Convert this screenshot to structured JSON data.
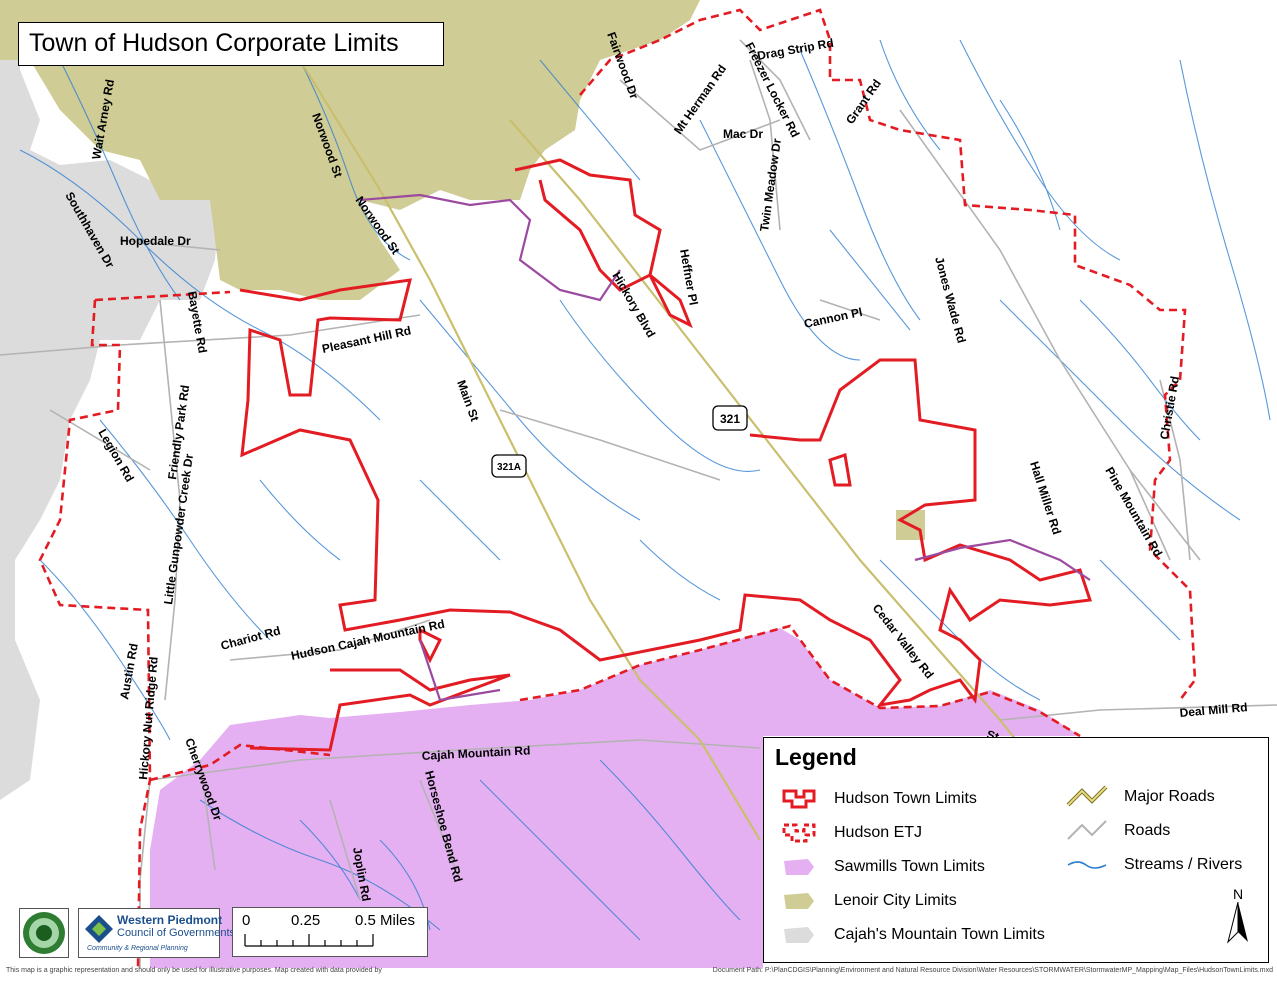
{
  "title": "Town of Hudson Corporate Limits",
  "colors": {
    "town_limits": "#e31b23",
    "etj": "#e31b23",
    "sawmills": "#e5b0f2",
    "lenoir": "#cfcc96",
    "cajahs": "#dcdcdc",
    "major_roads": "#c9bf6e",
    "roads": "#b3b3b3",
    "streams": "#2f7fd0"
  },
  "road_labels": [
    "Drag Strip Rd",
    "Fairwood Dr",
    "Freezer Locker Rd",
    "Mt Herman Rd",
    "Mac Dr",
    "Grant Rd",
    "Twin Meadow Dr",
    "Wait Arney Rd",
    "Norwood St",
    "Norwood St",
    "Southhaven Dr",
    "Hopedale Dr",
    "Heffner Pl",
    "Hickory Blvd",
    "Cannon Pl",
    "Jones Wade Rd",
    "Bayette Rd",
    "Pleasant Hill Rd",
    "Friendly Park Rd",
    "Legion Rd",
    "Little Gunpowder Creek Dr",
    "Main St",
    "Christie Rd",
    "Hall Miller Rd",
    "Pine Mountain Rd",
    "Austin Rd",
    "Chariot Rd",
    "Hudson Cajah Mountain Rd",
    "Cedar Valley Rd",
    "Deal Mill Rd",
    "Cajah Mountain Rd",
    "Cherrywood Dr",
    "Hickory Nut Ridge Rd",
    "Joplin Rd",
    "Horseshoe Bend Rd",
    "St"
  ],
  "shields": [
    "321",
    "321A"
  ],
  "legend": {
    "title": "Legend",
    "items": [
      {
        "label": "Hudson Town Limits",
        "icon": "town-limits-swatch"
      },
      {
        "label": "Hudson ETJ",
        "icon": "etj-swatch"
      },
      {
        "label": "Sawmills Town Limits",
        "icon": "sawmills-swatch"
      },
      {
        "label": "Lenoir City Limits",
        "icon": "lenoir-swatch"
      },
      {
        "label": "Cajah's Mountain Town Limits",
        "icon": "cajahs-swatch"
      },
      {
        "label": "Major Roads",
        "icon": "major-road-line"
      },
      {
        "label": "Roads",
        "icon": "road-line"
      },
      {
        "label": "Streams / Rivers",
        "icon": "stream-line"
      }
    ]
  },
  "north_label": "N",
  "logo": {
    "name_line1": "Western Piedmont",
    "name_line2": "Council of Governments",
    "tagline": "Community & Regional Planning"
  },
  "scale_bar": {
    "labels": [
      "0",
      "0.25",
      "0.5 Miles"
    ]
  },
  "footer": {
    "left": "This map is a graphic representation and should only be used for illustrative purposes. Map created with data provided by",
    "right": "Document Path: P:\\PlanCDGIS\\Planning\\Environment and Natural Resource Division\\Water Resources\\STORMWATER\\StormwaterMP_Mapping\\Map_Files\\HudsonTownLimits.mxd"
  }
}
